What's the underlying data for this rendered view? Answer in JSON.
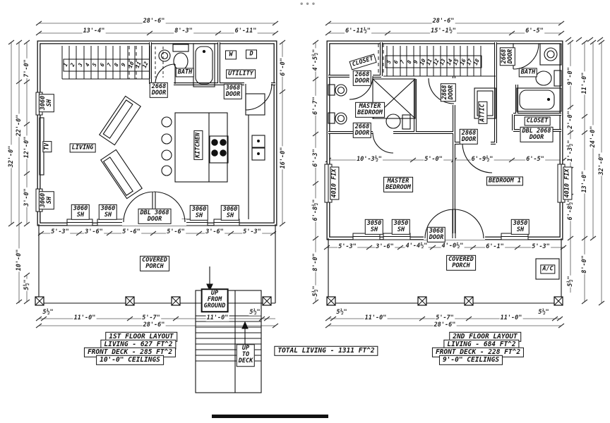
{
  "meta": {
    "ellipsis": "•••"
  },
  "total": "TOTAL LIVING - 1311 FT^2",
  "tags": {
    "w3060": "3060\nSH",
    "w3050": "3050\nSH",
    "w4010": "4010 FIX",
    "d2668": "2668\nDOOR",
    "d2868": "2868\nDOOR",
    "d3068": "3068\nDOOR",
    "dbl3068": "DBL 3068\nDOOR",
    "dbl2068": "DBL 2068\nDOOR",
    "closet": "CLOSET",
    "bath": "BATH",
    "utility": "UTILITY",
    "living": "LIVING",
    "kitchen": "KITCHEN",
    "tv": "TV",
    "attic": "ATTIC",
    "master": "MASTER\nBEDROOM",
    "bedroom1": "BEDROOM 1",
    "porch": "COVERED\nPORCH",
    "ac": "A/C",
    "washer": "W",
    "dryer": "D",
    "up_from_ground": "UP\nFROM\nGROUND",
    "up_to_deck": "UP\nTO\nDECK"
  },
  "plan1": {
    "name": "1ST FLOOR LAYOUT",
    "stats": [
      "LIVING - 627 FT^2",
      "FRONT DECK - 285 FT^2",
      "10'-0\" CEILINGS"
    ],
    "stairs": [
      "1",
      "2",
      "3",
      "4",
      "5",
      "6",
      "7",
      "8",
      "9",
      "10",
      "11",
      "12"
    ]
  },
  "plan2": {
    "name": "2ND FLOOR LAYOUT",
    "stats": [
      "LIVING - 684 FT^2",
      "FRONT DECK - 228 FT^2",
      "9'-0\" CEILINGS"
    ],
    "stairs": [
      "5",
      "6",
      "7",
      "8",
      "9",
      "10",
      "11",
      "12",
      "13",
      "14",
      "15",
      "16",
      "17",
      "18"
    ]
  },
  "dims": {
    "d28_6": "28'-6\"",
    "d13_4": "13'-4\"",
    "d8_3": "8'-3\"",
    "d6_11": "6'-11\"",
    "d6_0": "6'-0\"",
    "d16_0": "16'-0\"",
    "d7_0": "7'-0\"",
    "d22_0": "22'-0\"",
    "d32_0": "32'-0\"",
    "d12_0": "12'-0\"",
    "d3_0": "3'-0\"",
    "d10_0": "10'-0\"",
    "d5h": "5½\"",
    "d5_3": "5'-3\"",
    "d3_6": "3'-6\"",
    "d5_6": "5'-6\"",
    "d11_0": "11'-0\"",
    "d5_7": "5'-7\"",
    "d6_11h": "6'-11½\"",
    "d15_1h": "15'-1½\"",
    "d6_5": "6'-5\"",
    "d4_5h": "4'-5½\"",
    "d6_7": "6'-7\"",
    "d6_3": "6'-3\"",
    "d6_8h": "6'-8½\"",
    "d8_0": "8'-0\"",
    "d9_0": "9'-0\"",
    "d11_0b": "11'-0\"",
    "d2_0": "2'-0\"",
    "d1_3h": "1'-3½\"",
    "d13_0": "13'-0\"",
    "d24_0": "24'-0\"",
    "d10_3h": "10'-3½\"",
    "d5_0": "5'-0\"",
    "d6_9h": "6'-9½\"",
    "d4_4h": "4'-4½\"",
    "d4_0h": "4'-0½\"",
    "d6_1": "6'-1\""
  }
}
